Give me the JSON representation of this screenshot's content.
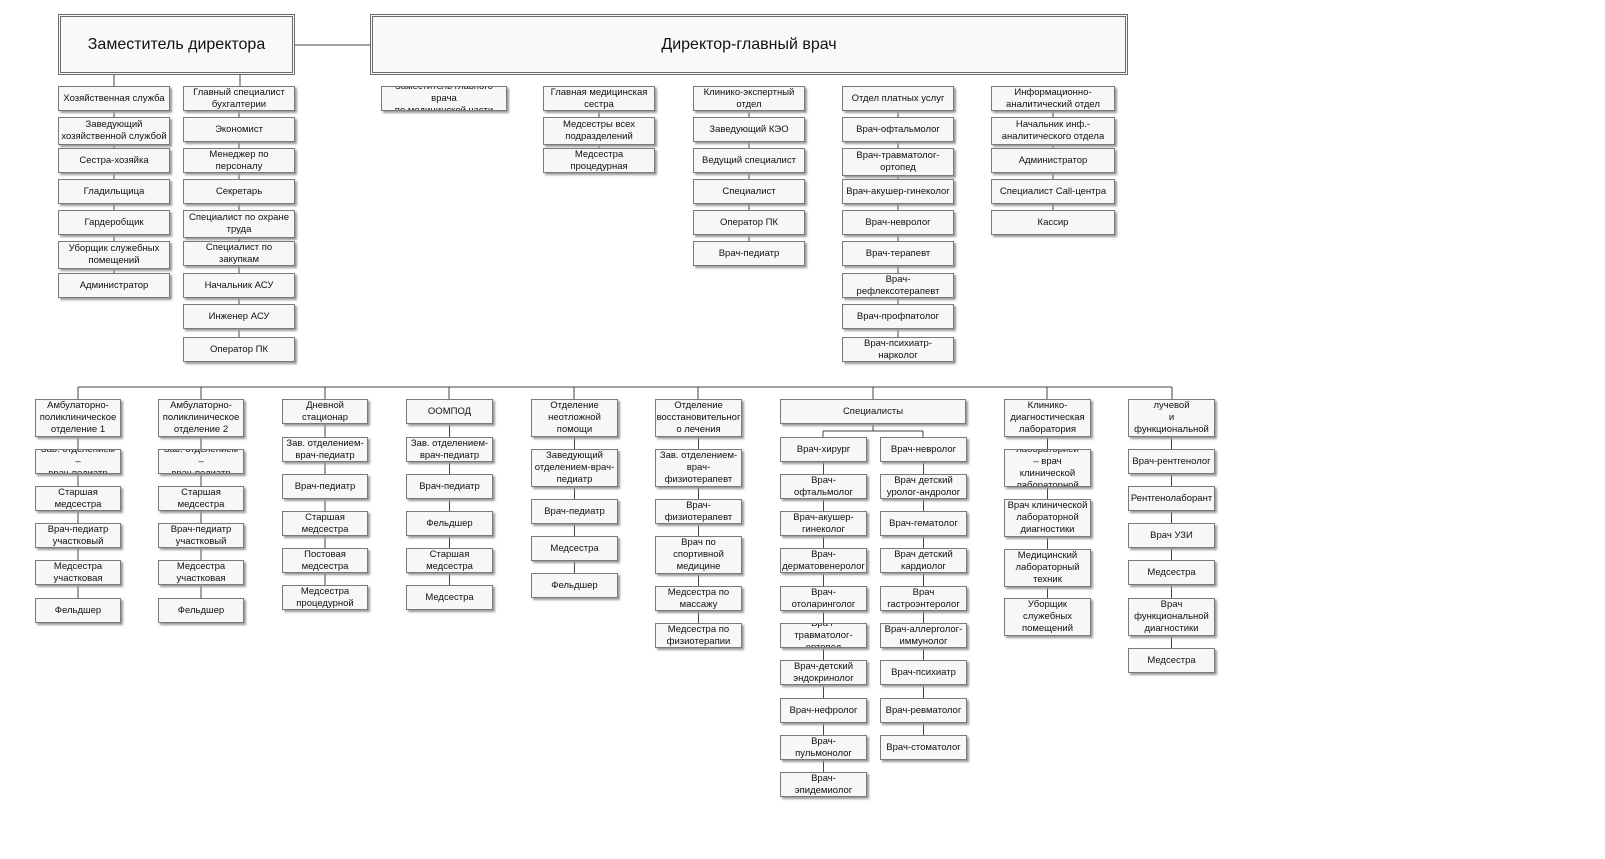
{
  "diagram": {
    "top": {
      "deputy_director": "Заместитель директора",
      "chief_doctor": "Директор-главный врач"
    },
    "admin_col1": [
      "Хозяйственная служба",
      "Заведующий\nхозяйственной службой",
      "Сестра-хозяйка",
      "Гладильщица",
      "Гардеробщик",
      "Уборщик служебных\nпомещений",
      "Администратор"
    ],
    "admin_col2": [
      "Главный специалист\nбухгалтерии",
      "Экономист",
      "Менеджер по персоналу",
      "Секретарь",
      "Специалист по охране\nтруда",
      "Специалист по закупкам",
      "Начальник АСУ",
      "Инженер АСУ",
      "Оператор ПК"
    ],
    "deputy_medical": "Заместитель главного врача\nпо медицинской части",
    "head_nurse_col": [
      "Главная медицинская\nсестра",
      "Медсестры всех\nподразделений",
      "Медсестра процедурная"
    ],
    "keo_col": [
      "Клинико-экспертный\nотдел",
      "Заведующий КЭО",
      "Ведущий специалист",
      "Специалист",
      "Оператор ПК",
      "Врач-педиатр"
    ],
    "paid_col": [
      "Отдел платных услуг",
      "Врач-офтальмолог",
      "Врач-травматолог-\nортопед",
      "Врач-акушер-гинеколог",
      "Врач-невролог",
      "Врач-терапевт",
      "Врач-рефлексотерапевт",
      "Врач-профпатолог",
      "Врач-психиатр-нарколог"
    ],
    "info_col": [
      "Информационно-\nаналитический отдел",
      "Начальник инф.-\nаналитического отдела",
      "Администратор",
      "Специалист Call-центра",
      "Кассир"
    ],
    "dept_amb1": [
      "Амбулаторно-\nполиклиническое\nотделение 1",
      "Зав. отделением –\nврач-педиатр",
      "Старшая медсестра",
      "Врач-педиатр\nучастковый",
      "Медсестра\nучастковая",
      "Фельдшер"
    ],
    "dept_amb2": [
      "Амбулаторно-\nполиклиническое\nотделение 2",
      "Зав. отделением –\nврач-педиатр",
      "Старшая медсестра",
      "Врач-педиатр\nучастковый",
      "Медсестра\nучастковая",
      "Фельдшер"
    ],
    "dept_day": [
      "Дневной стационар",
      "Зав. отделением-\nврач-педиатр",
      "Врач-педиатр",
      "Старшая медсестра",
      "Постовая\nмедсестра",
      "Медсестра\nпроцедурной"
    ],
    "dept_oompod": [
      "ООМПОД",
      "Зав. отделением-\nврач-педиатр",
      "Врач-педиатр",
      "Фельдшер",
      "Старшая медсестра",
      "Медсестра"
    ],
    "dept_emerg": [
      "Отделение\nнеотложной\nпомощи",
      "Заведующий\nотделением-врач-\nпедиатр",
      "Врач-педиатр",
      "Медсестра",
      "Фельдшер"
    ],
    "dept_rehab": [
      "Отделение\nвосстановительног\nо лечения",
      "Зав. отделением-\nврач-\nфизиотерапевт",
      "Врач-\nфизиотерапевт",
      "Врач по\nспортивной\nмедицине",
      "Медсестра по\nмассажу",
      "Медсестра по\nфизиотерапии"
    ],
    "specialists_title": "Специалисты",
    "spec_left": [
      "Врач-хирург",
      "Врач-офтальмолог",
      "Врач-акушер-\nгинеколог",
      "Врач-\nдерматовенеролог",
      "Врач-\nотоларинголог",
      "Врач-травматолог-\nортопед",
      "Врач-детский\nэндокринолог",
      "Врач-нефролог",
      "Врач-пульмонолог",
      "Врач-эпидемиолог"
    ],
    "spec_right": [
      "Врач-невролог",
      "Врач детский\nуролог-андролог",
      "Врач-гематолог",
      "Врач детский\nкардиолог",
      "Врач\nгастроэнтеролог",
      "Врач-аллерголог-\nиммунолог",
      "Врач-психиатр",
      "Врач-ревматолог",
      "Врач-стоматолог"
    ],
    "dept_lab": [
      "Клинико-\nдиагностическая\nлаборатория",
      "Зав. лабораторией\n– врач клинической\nлабораторной\nдиагностики",
      "Врач клинической\nлабораторной\nдиагностики",
      "Медицинский\nлабораторный\nтехник",
      "Уборщик\nслужебных\nпомещений"
    ],
    "dept_rad": [
      "Отделение лучевой\nи функциональной\nдиагностики",
      "Врач-рентгенолог",
      "Рентгенолаборант",
      "Врач УЗИ",
      "Медсестра",
      "Врач\nфункциональной\nдиагностики",
      "Медсестра"
    ]
  }
}
